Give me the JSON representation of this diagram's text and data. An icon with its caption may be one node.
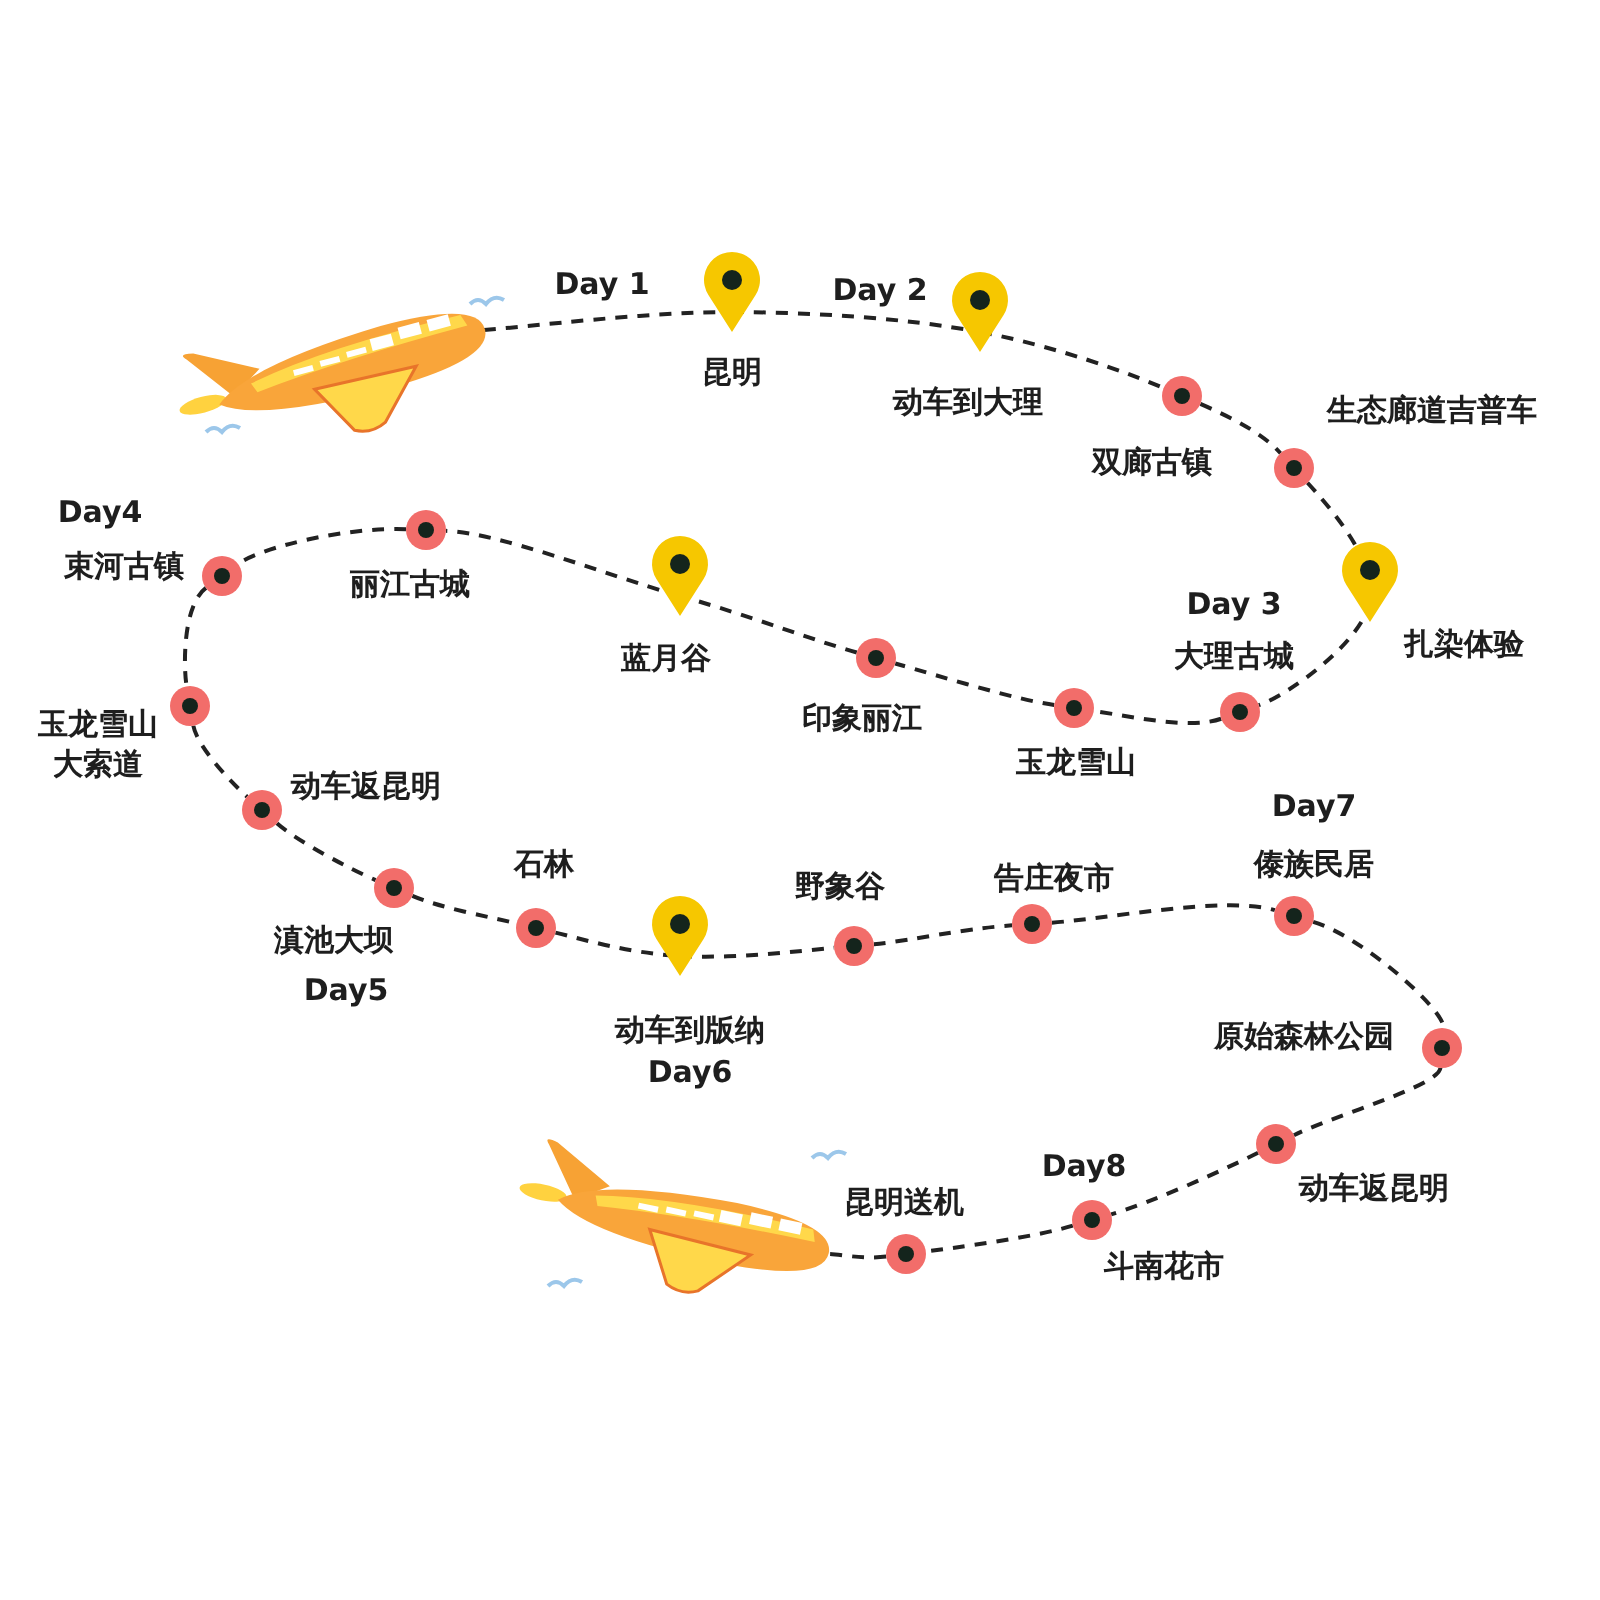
{
  "diagram": {
    "nodes": [
      {
        "text": [],
        "shape": "picture"
      },
      {
        "text": [
          "昆明"
        ],
        "beside": [
          "Day 1"
        ]
      },
      {
        "text": [
          "动车到大理"
        ],
        "beside": [
          "Day 2"
        ]
      },
      {
        "text": [
          "双廊古镇"
        ]
      },
      {
        "text": [
          "生态廊道吉普车"
        ]
      },
      {
        "text": [
          "扎染体验"
        ]
      },
      {
        "text": [
          "大理古城"
        ],
        "beside": [
          "Day 3"
        ]
      },
      {
        "text": [
          "玉龙雪山"
        ]
      },
      {
        "text": [
          "印象丽江"
        ]
      },
      {
        "text": [
          "蓝月谷"
        ]
      },
      {
        "text": [
          "丽江古城"
        ]
      },
      {
        "text": [
          "束河古镇"
        ],
        "beside": [
          "Day4"
        ]
      },
      {
        "text": [
          "玉龙雪山大索道"
        ]
      },
      {
        "text": [
          "动车返昆明"
        ]
      },
      {
        "text": [
          "滇池大坝"
        ],
        "beside": [
          "Day5"
        ]
      },
      {
        "text": [
          "石林"
        ]
      },
      {
        "text": [
          "动车到版纳"
        ],
        "beside": [
          "Day6"
        ]
      },
      {
        "text": [
          "野象谷"
        ]
      },
      {
        "text": [
          "告庄夜市"
        ]
      },
      {
        "text": [
          "傣族民居"
        ],
        "beside": [
          "Day7"
        ]
      },
      {
        "text": [
          "原始森林公园"
        ]
      },
      {
        "text": [
          "动车返昆明"
        ]
      },
      {
        "text": [
          "斗南花市"
        ],
        "beside": [
          "Day8"
        ]
      },
      {
        "text": [
          "昆明送机"
        ]
      },
      {
        "text": [],
        "shape": "picture"
      }
    ],
    "edges": [
      {
        "from": 0,
        "to": 1,
        "arrow": "none",
        "style": "dashed"
      },
      {
        "from": 1,
        "to": 2,
        "arrow": "none",
        "style": "dashed"
      },
      {
        "from": 2,
        "to": 3,
        "arrow": "none",
        "style": "dashed"
      },
      {
        "from": 3,
        "to": 4,
        "arrow": "none",
        "style": "dashed"
      },
      {
        "from": 4,
        "to": 5,
        "arrow": "none",
        "style": "dashed"
      },
      {
        "from": 5,
        "to": 6,
        "arrow": "none",
        "style": "dashed"
      },
      {
        "from": 6,
        "to": 7,
        "arrow": "none",
        "style": "dashed"
      },
      {
        "from": 7,
        "to": 8,
        "arrow": "none",
        "style": "dashed"
      },
      {
        "from": 8,
        "to": 9,
        "arrow": "none",
        "style": "dashed"
      },
      {
        "from": 9,
        "to": 10,
        "arrow": "none",
        "style": "dashed"
      },
      {
        "from": 10,
        "to": 11,
        "arrow": "none",
        "style": "dashed"
      },
      {
        "from": 11,
        "to": 12,
        "arrow": "none",
        "style": "dashed"
      },
      {
        "from": 12,
        "to": 13,
        "arrow": "none",
        "style": "dashed"
      },
      {
        "from": 13,
        "to": 14,
        "arrow": "none",
        "style": "dashed"
      },
      {
        "from": 14,
        "to": 15,
        "arrow": "none",
        "style": "dashed"
      },
      {
        "from": 15,
        "to": 16,
        "arrow": "none",
        "style": "dashed"
      },
      {
        "from": 16,
        "to": 17,
        "arrow": "none",
        "style": "dashed"
      },
      {
        "from": 17,
        "to": 18,
        "arrow": "none",
        "style": "dashed"
      },
      {
        "from": 18,
        "to": 19,
        "arrow": "none",
        "style": "dashed"
      },
      {
        "from": 19,
        "to": 20,
        "arrow": "none",
        "style": "dashed"
      },
      {
        "from": 20,
        "to": 21,
        "arrow": "none",
        "style": "dashed"
      },
      {
        "from": 21,
        "to": 22,
        "arrow": "none",
        "style": "dashed"
      },
      {
        "from": 22,
        "to": 23,
        "arrow": "none",
        "style": "dashed"
      },
      {
        "from": 23,
        "to": 24,
        "arrow": "none",
        "style": "dashed"
      }
    ]
  }
}
